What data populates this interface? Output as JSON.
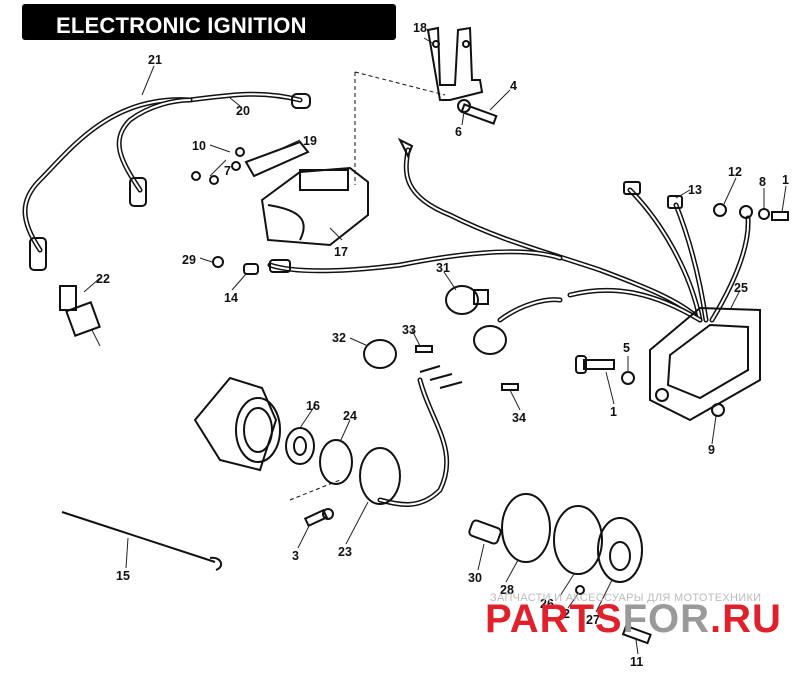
{
  "title": "ELECTRONIC IGNITION SYSTEM",
  "callouts": {
    "c1a": "1",
    "c1b": "1",
    "c2": "2",
    "c3": "3",
    "c4": "4",
    "c5": "5",
    "c6": "6",
    "c7": "7",
    "c8": "8",
    "c9": "9",
    "c10": "10",
    "c11": "11",
    "c12": "12",
    "c13": "13",
    "c14": "14",
    "c15": "15",
    "c16": "16",
    "c17": "17",
    "c18": "18",
    "c19": "19",
    "c20": "20",
    "c21": "21",
    "c22": "22",
    "c23": "23",
    "c24": "24",
    "c25": "25",
    "c26": "26",
    "c27": "27",
    "c28": "28",
    "c29": "29",
    "c30": "30",
    "c31": "31",
    "c32": "32",
    "c33": "33",
    "c34": "34"
  },
  "watermark": {
    "tagline": "ЗАПЧАСТИ И АКСЕССУАРЫ ДЛЯ МОТОТЕХНИКИ",
    "brand_a": "PARTS",
    "brand_b": "FOR",
    "brand_c": ".RU",
    "red": "#e0202a",
    "grey": "#9a9a9a"
  }
}
